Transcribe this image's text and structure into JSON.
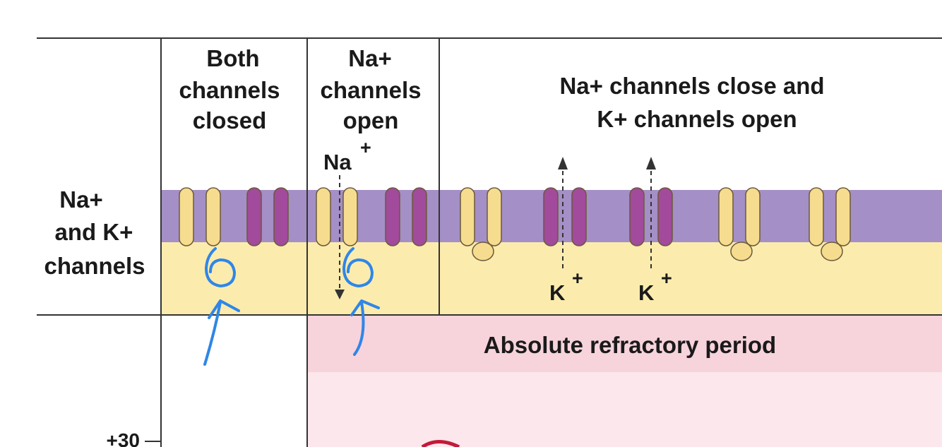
{
  "column_headers": {
    "both_closed": [
      "Both",
      "channels",
      "closed"
    ],
    "na_open": [
      "Na+",
      "channels",
      "open"
    ],
    "na_close_k_open": [
      "Na+ channels close and",
      "K+ channels open"
    ]
  },
  "row_label": [
    "Na+",
    "and K+",
    "channels"
  ],
  "ion_labels": {
    "na_main": "Na",
    "na_sup": "+",
    "k_main": "K",
    "k_sup": "+"
  },
  "period_label": "Absolute refractory period",
  "axis_tick": "+30",
  "colors": {
    "membrane": "#a48fc6",
    "cytoplasm": "#fbecae",
    "na_channel": "#f6dc8e",
    "k_channel": "#a24a9b",
    "refractory_band": "#f7d3dc",
    "refractory_area": "#fbe7ec",
    "annotation_ink": "#2f86e8",
    "grid_line": "#333333"
  }
}
